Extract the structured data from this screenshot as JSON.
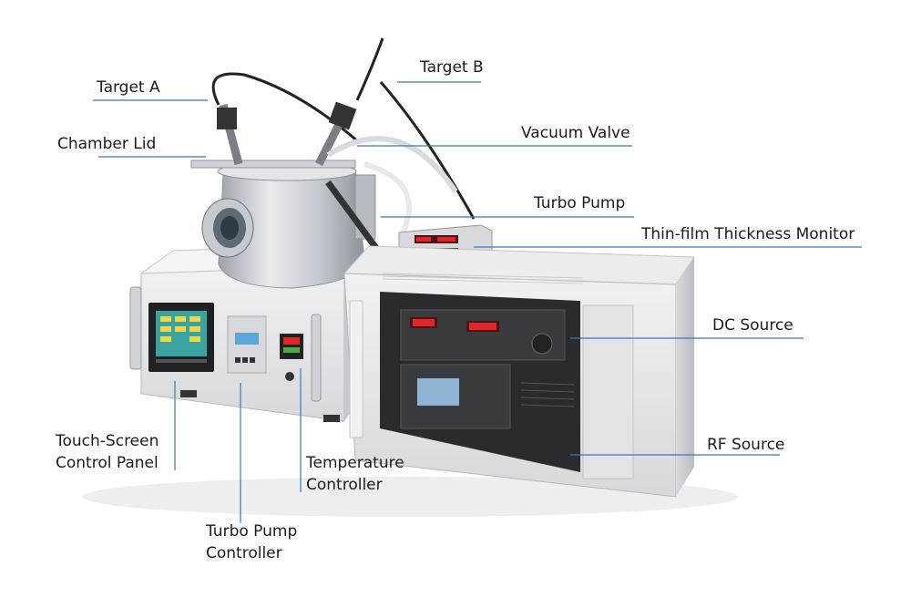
{
  "labels": {
    "target_a": "Target A",
    "target_b": "Target B",
    "chamber_lid": "Chamber Lid",
    "vacuum_valve": "Vacuum Valve",
    "turbo_pump": "Turbo Pump",
    "thickness_monitor": "Thin-film Thickness Monitor",
    "dc_source": "DC Source",
    "rf_source": "RF Source",
    "touch_screen": [
      "Touch-Screen",
      "Control Panel"
    ],
    "turbo_pump_controller": [
      "Turbo Pump",
      "Controller"
    ],
    "temperature_controller": [
      "Temperature",
      "Controller"
    ]
  },
  "colors": {
    "leader_line": "#3a78b8",
    "cabinet": "#e4e5e7",
    "front_panel": "#2a2b2e",
    "chamber": "#c9cdd2",
    "led": "#e0262a",
    "screen": "#5aa7d8"
  }
}
